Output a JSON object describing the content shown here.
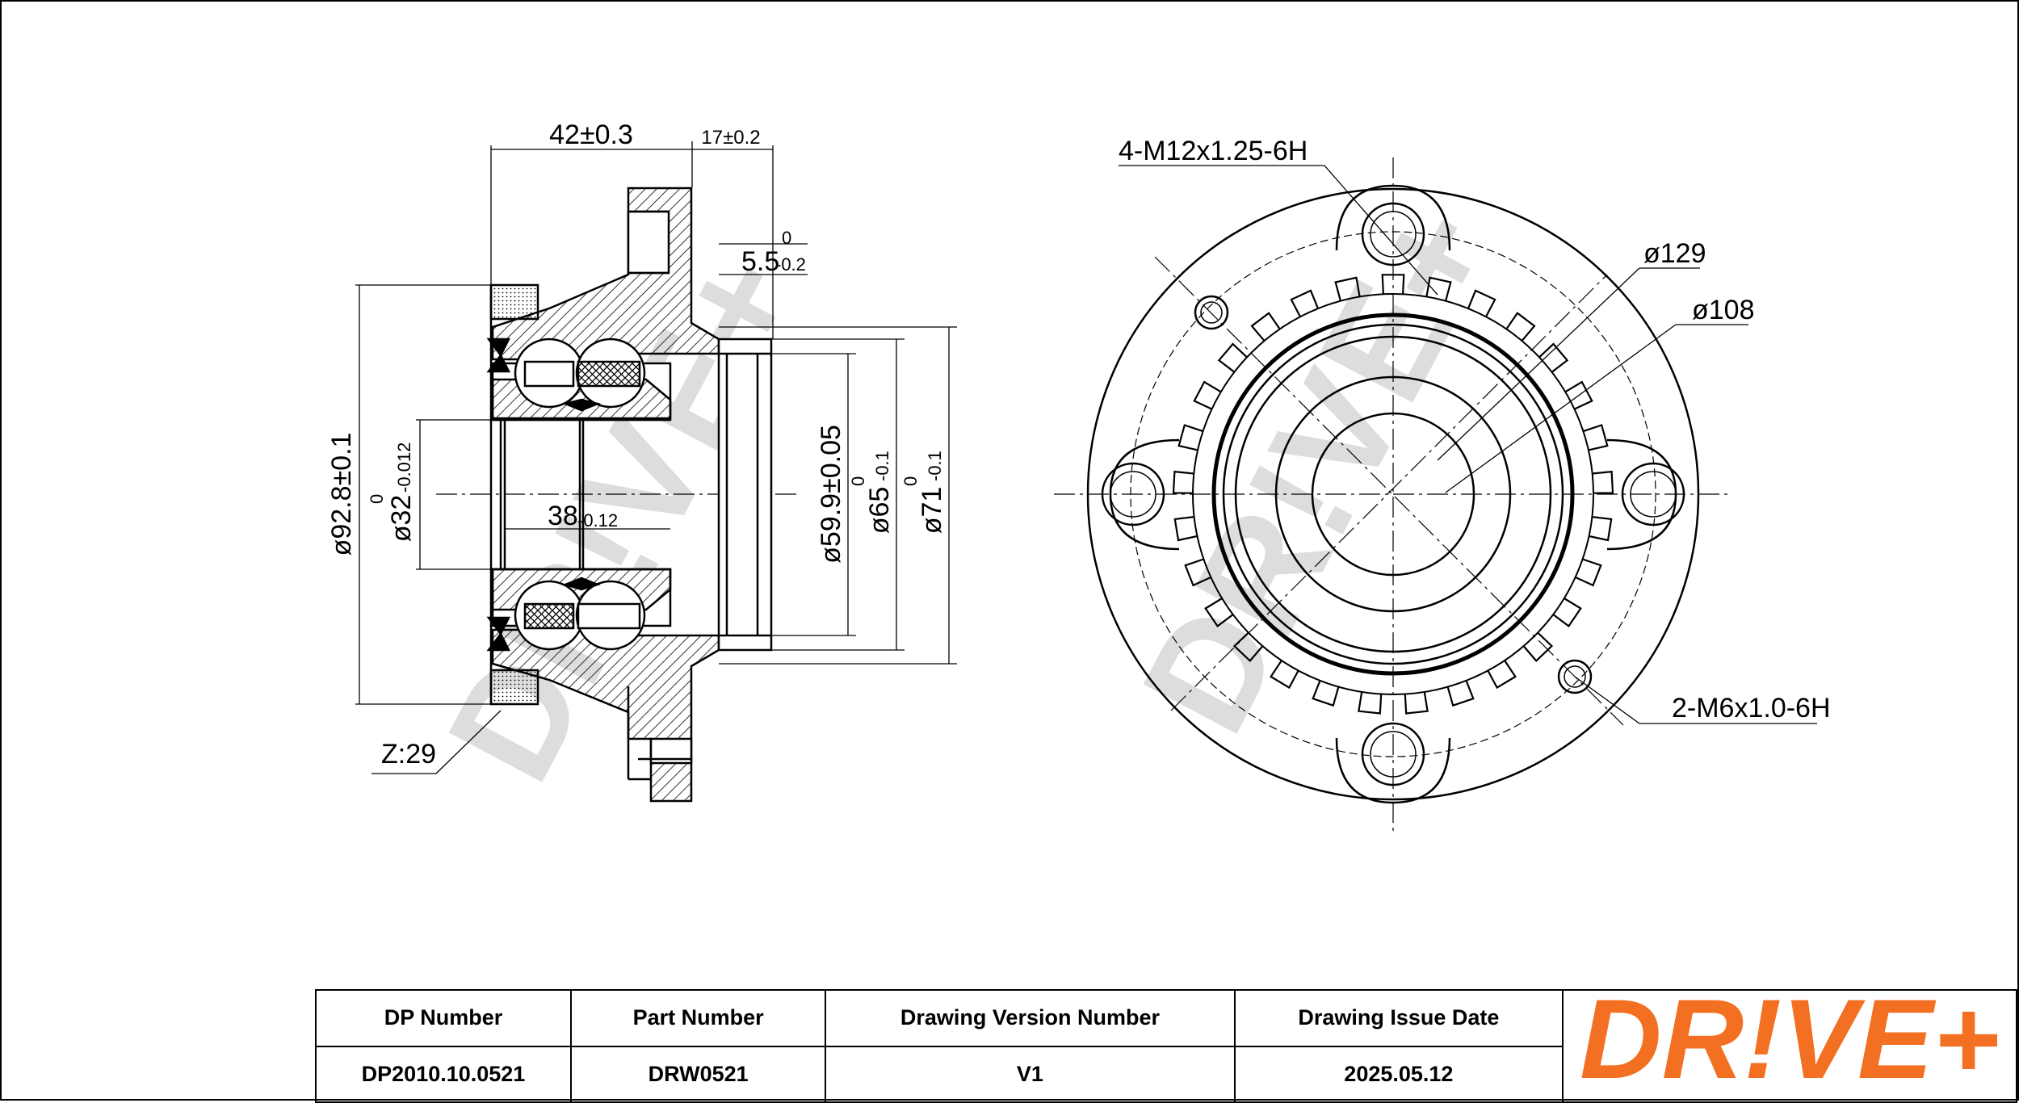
{
  "side_view": {
    "dim_width": "42±0.3",
    "dim_flange": "17±0.2",
    "dim_step_nom": "5.5",
    "dim_step_upper": "0",
    "dim_step_lower": "-0.2",
    "dim_outer_dia": "ø92.8±0.1",
    "dim_bore_nom": "ø32",
    "dim_bore_upper": "0",
    "dim_bore_lower": "-0.012",
    "dim_inner_width_nom": "38",
    "dim_inner_width_lower": "-0.12",
    "dim_pilot": "ø59.9±0.05",
    "dim_d65_nom": "ø65",
    "dim_d65_upper": "0",
    "dim_d65_lower": "-0.1",
    "dim_d71_nom": "ø71",
    "dim_d71_upper": "0",
    "dim_d71_lower": "-0.1",
    "teeth": "Z:29"
  },
  "front_view": {
    "thread_main": "4-M12x1.25-6H",
    "bolt_circle": "ø129",
    "ring_dia": "ø108",
    "thread_small": "2-M6x1.0-6H"
  },
  "watermark": "DR!VE+",
  "title_block": {
    "headers": [
      "DP Number",
      "Part Number",
      "Drawing Version Number",
      "Drawing Issue Date"
    ],
    "values": [
      "DP2010.10.0521",
      "DRW0521",
      "V1",
      "2025.05.12"
    ]
  },
  "logo": {
    "text": "DR!VE+",
    "color": "#F36F21"
  }
}
